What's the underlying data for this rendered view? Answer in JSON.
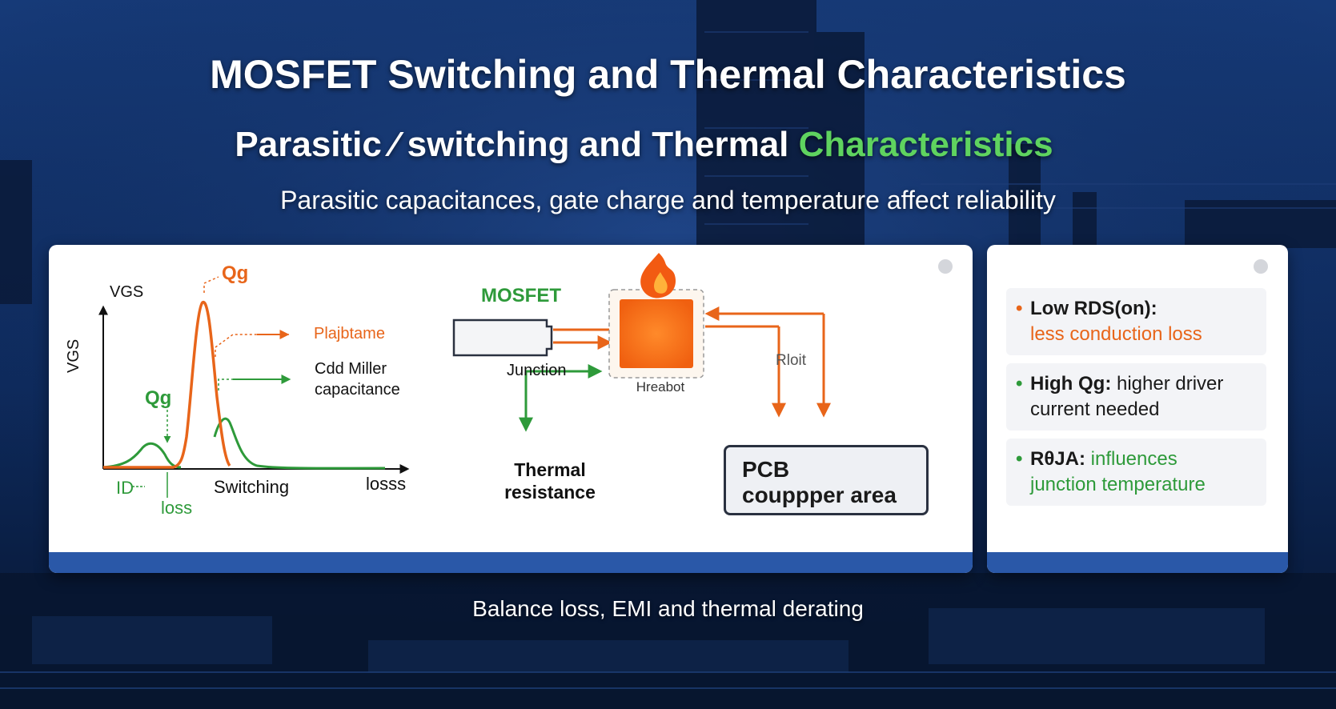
{
  "header": {
    "title": "MOSFET Switching and Thermal Characteristics",
    "subtitle_main": "Parasitic ⁄ switching and Thermal",
    "subtitle_accent": "Characteristics",
    "tagline": "Parasitic capacitances, gate charge and temperature affect reliability"
  },
  "waveform": {
    "y_axis_top": "VGS",
    "y_axis_side": "VGS",
    "qg_peak": "Qg",
    "qg_small": "Qg",
    "plateau": "Plajbtame",
    "miller_line1": "Cdd Miller",
    "miller_line2": "capacitance",
    "x_label": "Switching",
    "x_end": "losss",
    "id_label": "ID",
    "loss_label": "loss"
  },
  "thermal": {
    "mosfet": "MOSFET",
    "junction": "Junction",
    "heatsink": "Hreabot",
    "rtheta": "Rloit",
    "thermal_line1": "Thermal",
    "thermal_line2": "resistance",
    "pcb_line1": "PCB",
    "pcb_line2": "couppper area"
  },
  "key_points": [
    {
      "bullet": "•",
      "bold": "Low RDS(on):",
      "rest": "",
      "line2": "less conduction loss",
      "bullet_color": "#e8651a",
      "line2_color": "#e8651a"
    },
    {
      "bullet": "•",
      "bold": "High Qg:",
      "rest": " higher driver",
      "line2": "current needed",
      "bullet_color": "#2e9a3a",
      "line2_color": "#1a1a1a"
    },
    {
      "bullet": "•",
      "bold": "RθJA:",
      "rest": " influences",
      "line2": "junction temperature",
      "bullet_color": "#2e9a3a",
      "line2_color": "#2e9a3a"
    }
  ],
  "footer": "Balance loss, EMI and thermal derating",
  "colors": {
    "orange": "#e8651a",
    "green": "#2e9a3a",
    "blue_bar": "#2a58a8",
    "bright_green": "#5fd35f"
  }
}
